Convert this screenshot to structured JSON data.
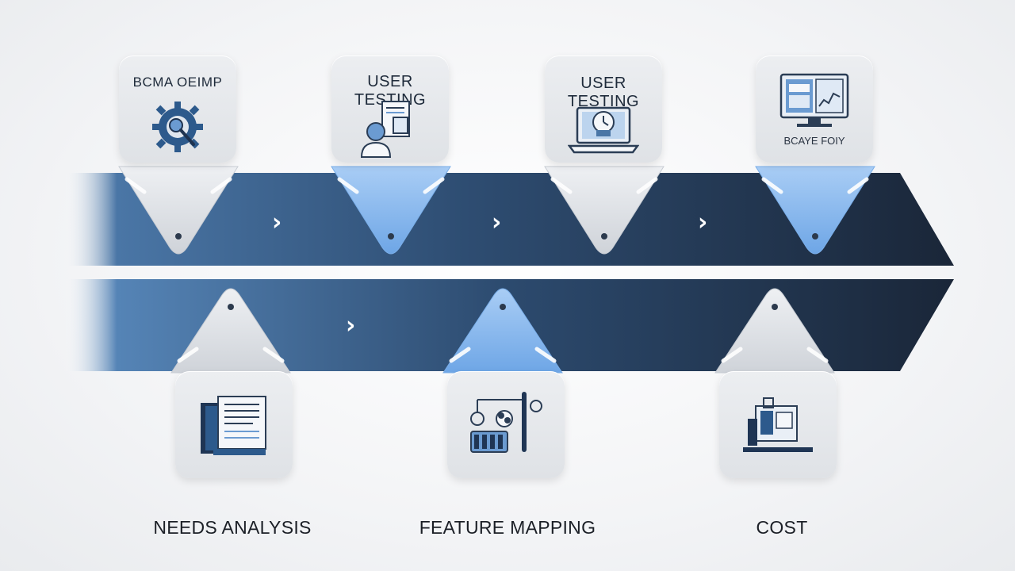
{
  "colors": {
    "band_dark": "#1d2d43",
    "band_mid": "#3b6391",
    "accent_blue": "#7fb3ee",
    "pin_grey": "#d6d9de"
  },
  "top_row": [
    {
      "label": "BCMA OEIMP",
      "icon": "gear-icon",
      "pin": "grey"
    },
    {
      "label": "USER TESTING",
      "icon": "user-document-icon",
      "pin": "blue"
    },
    {
      "label": "USER TESTING",
      "icon": "laptop-clock-icon",
      "pin": "grey"
    },
    {
      "label": "BCAYE FOIY",
      "icon": "monitor-dashboard-icon",
      "pin": "blue"
    }
  ],
  "bottom_row": [
    {
      "label": "NEEDS ANALYSIS",
      "icon": "document-stack-icon",
      "pin": "grey"
    },
    {
      "label": "FEATURE MAPPING",
      "icon": "feature-tools-icon",
      "pin": "blue"
    },
    {
      "label": "COST",
      "icon": "cost-machine-icon",
      "pin": "grey"
    }
  ],
  "arrows": {
    "top": [
      "›",
      "›",
      "›"
    ],
    "bottom": [
      "›"
    ]
  }
}
